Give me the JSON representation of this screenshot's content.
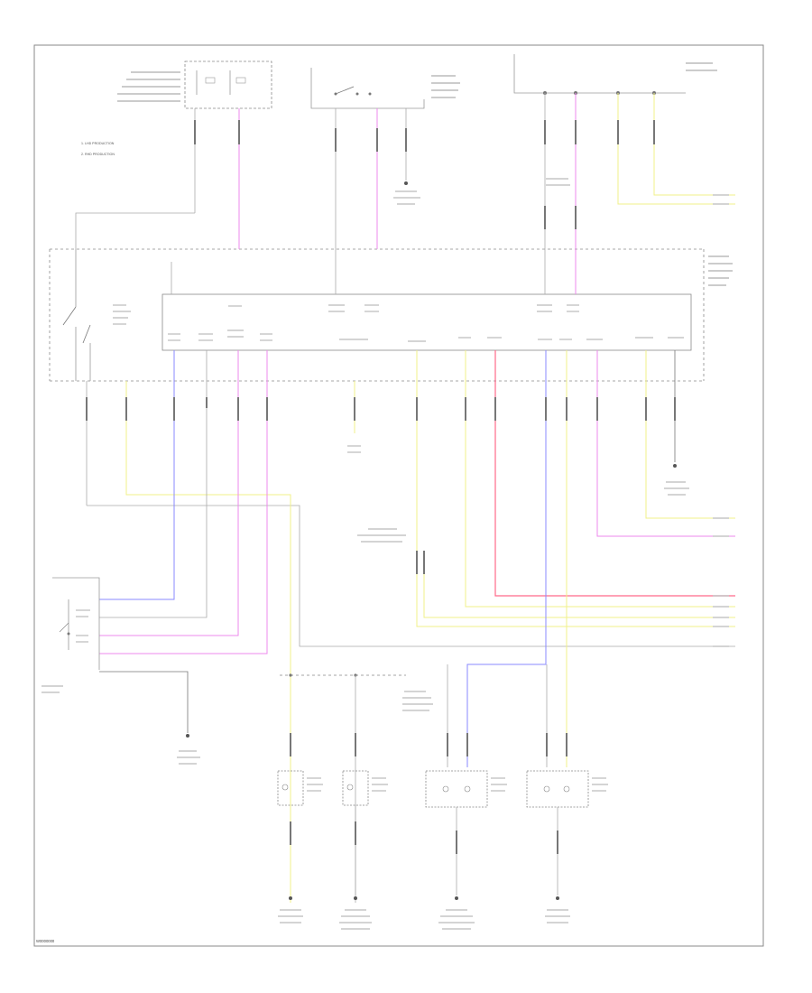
{
  "legend": {
    "line1": "1. LHD PRODUCTION",
    "line2": "2. RHD PRODUCTION"
  },
  "footer_code": "W0000000",
  "colors": {
    "blue": "#8a8aff",
    "yellow": "#f0f08a",
    "violet": "#ee88ee",
    "red": "#ff6a8a",
    "wire_gray": "#9a9a9a",
    "frame": "#8a8a8a"
  },
  "icons": [
    "switch-icon",
    "ground-icon",
    "lamp-icon",
    "connector-icon"
  ]
}
